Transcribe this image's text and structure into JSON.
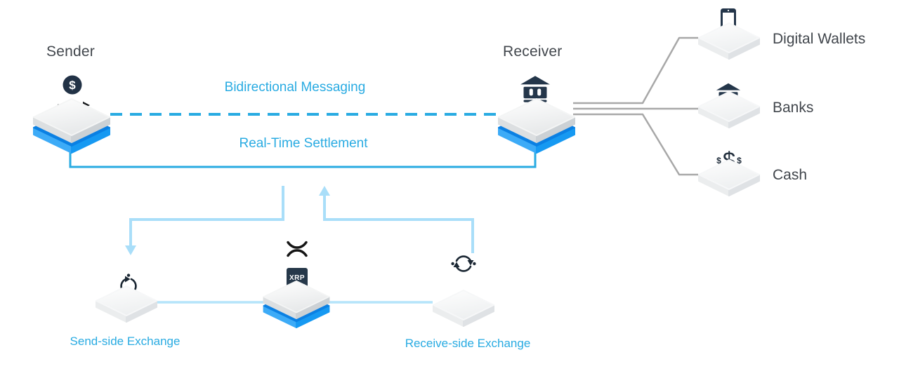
{
  "colors": {
    "accent_blue": "#29abe2",
    "light_blue_flow": "#a9def9",
    "platform_blue_top": "#0b80e3",
    "platform_blue_side": "#3dabf7",
    "connector_gray": "#a8a8a8",
    "icon_navy": "#24364a",
    "text_dark": "#41464c"
  },
  "diagram": {
    "sender": {
      "label": "Sender",
      "icon": "dollar-circle-arrow-icon"
    },
    "receiver": {
      "label": "Receiver",
      "icon": "bank-icon"
    },
    "messaging": {
      "label": "Bidirectional Messaging"
    },
    "settlement": {
      "label": "Real-Time Settlement"
    },
    "endpoints": [
      {
        "label": "Digital Wallets",
        "icon": "smartphone-icon"
      },
      {
        "label": "Banks",
        "icon": "bank-icon"
      },
      {
        "label": "Cash",
        "icon": "cash-dollar-icon"
      }
    ],
    "exchanges": {
      "send": {
        "label": "Send-side Exchange",
        "icon": "cycle-arrows-icon"
      },
      "receive": {
        "label": "Receive-side Exchange",
        "icon": "cycle-arrows-icon"
      }
    },
    "xrp": {
      "logo": "xrp-x-logo",
      "badge_text": "XRP"
    },
    "cash_glyphs": {
      "left": "$",
      "main": "$",
      "right": "$"
    }
  }
}
